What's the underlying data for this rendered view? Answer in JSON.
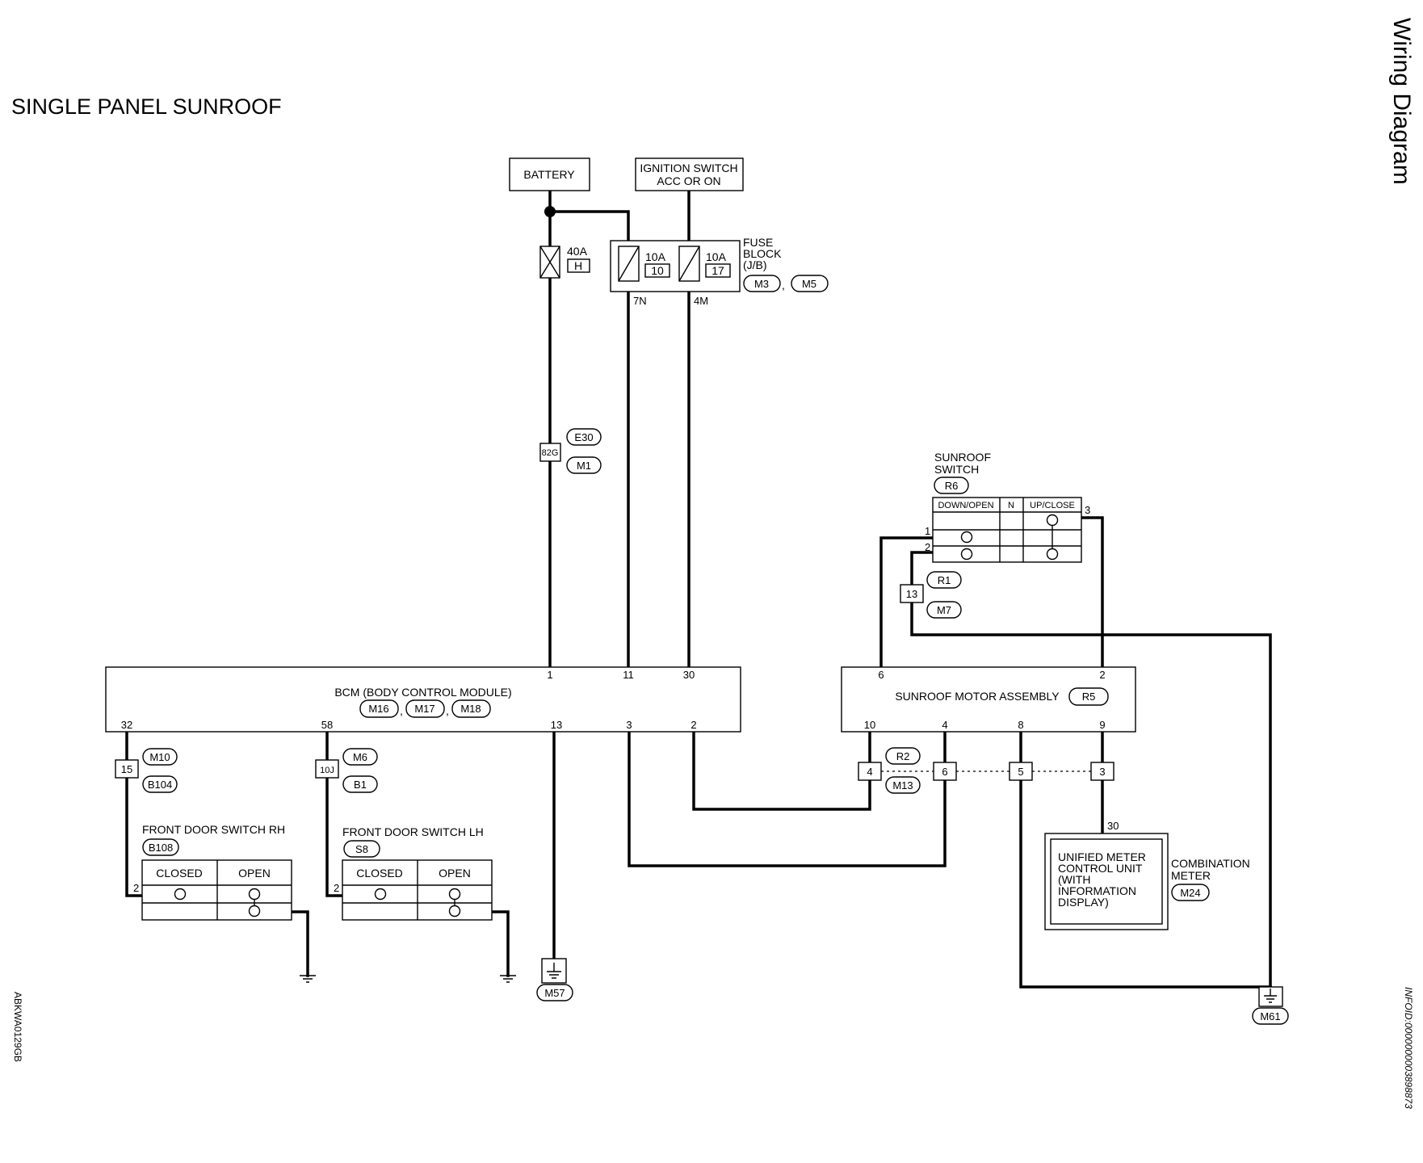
{
  "page": {
    "title": "SINGLE PANEL SUNROOF",
    "section": "Wiring Diagram",
    "figure_id": "ABKWA0129GB",
    "info_id": "INFOID:0000000003898873"
  },
  "power": {
    "battery": "BATTERY",
    "ignition_line1": "IGNITION SWITCH",
    "ignition_line2": "ACC OR ON",
    "fuse_main": {
      "amps": "40A",
      "id": "H"
    },
    "fuse_block": {
      "line1": "FUSE",
      "line2": "BLOCK",
      "line3": "(J/B)",
      "connectors": [
        "M3",
        "M5"
      ],
      "fuses": [
        {
          "amps": "10A",
          "num": "10",
          "terminal": "7N"
        },
        {
          "amps": "10A",
          "num": "17",
          "terminal": "4M"
        }
      ]
    },
    "junction": {
      "pin": "82G",
      "connectors": [
        "E30",
        "M1"
      ]
    }
  },
  "bcm": {
    "label": "BCM (BODY CONTROL MODULE)",
    "connectors": [
      "M16",
      "M17",
      "M18"
    ],
    "top_pins": [
      "1",
      "11",
      "30"
    ],
    "bottom_pins": [
      "32",
      "58",
      "13",
      "3",
      "2"
    ]
  },
  "bcm_links": [
    {
      "pin": "15",
      "connectors": [
        "M10",
        "B104"
      ]
    },
    {
      "pin": "10J",
      "connectors": [
        "M6",
        "B1"
      ]
    }
  ],
  "door_switches": [
    {
      "label": "FRONT DOOR SWITCH RH",
      "connector": "B108",
      "pin": "2",
      "closed": "CLOSED",
      "open": "OPEN"
    },
    {
      "label": "FRONT DOOR SWITCH LH",
      "connector": "S8",
      "pin": "2",
      "closed": "CLOSED",
      "open": "OPEN"
    }
  ],
  "grounds": [
    "M57",
    "M61"
  ],
  "sunroof_switch": {
    "line1": "SUNROOF",
    "line2": "SWITCH",
    "connector": "R6",
    "cols": [
      "DOWN/OPEN",
      "N",
      "UP/CLOSE"
    ],
    "pins": [
      "1",
      "2",
      "3"
    ],
    "link": {
      "pin": "13",
      "connectors": [
        "R1",
        "M7"
      ]
    }
  },
  "motor": {
    "label": "SUNROOF MOTOR ASSEMBLY",
    "connector": "R5",
    "top_pins": [
      "6",
      "2"
    ],
    "bottom_pins": [
      "10",
      "4",
      "8",
      "9"
    ],
    "link_connectors": [
      "R2",
      "M13"
    ],
    "link_pins": [
      "4",
      "6",
      "5",
      "3"
    ]
  },
  "meter": {
    "unit_lines": [
      "UNIFIED METER",
      "CONTROL UNIT",
      "(WITH",
      "INFORMATION",
      "DISPLAY)"
    ],
    "label_line1": "COMBINATION",
    "label_line2": "METER",
    "connector": "M24",
    "pin": "30"
  }
}
